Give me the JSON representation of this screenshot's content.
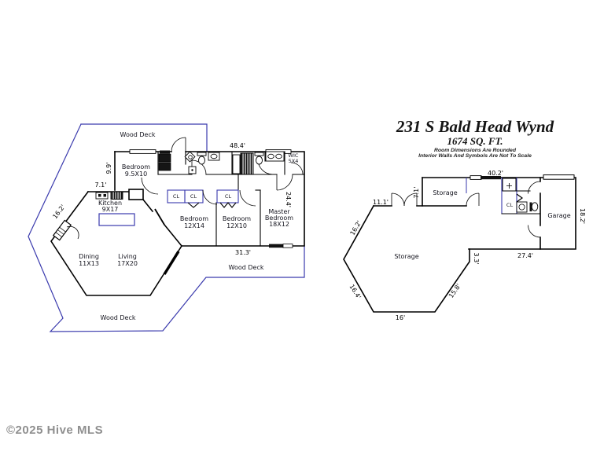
{
  "colors": {
    "walls": "#000000",
    "deck_line": "#3a3aad",
    "label_text": "#14141e",
    "watermark": "#8f8f8f"
  },
  "copyright": "©2025 Hive MLS",
  "title_block": {
    "address": "231 S Bald Head Wynd",
    "sqft": "1674 SQ. FT.",
    "note1": "Room Dimensions Are Rounded",
    "note2": "Interior Walls And Symbols Are Not To Scale"
  },
  "main_floor": {
    "deck_top": "Wood Deck",
    "deck_right": "Wood Deck",
    "deck_bottom": "Wood Deck",
    "bedroom1_name": "Bedroom",
    "bedroom1_size": "9.5X10",
    "kitchen_name": "Kitchen",
    "kitchen_size": "9X17",
    "dining_name": "Dining",
    "dining_size": "11X13",
    "living_name": "Living",
    "living_size": "17X20",
    "bedroom2_name": "Bedroom",
    "bedroom2_size": "12X14",
    "bedroom3_name": "Bedroom",
    "bedroom3_size": "12X10",
    "master_line1": "Master",
    "master_line2": "Bedroom",
    "master_size": "18X12",
    "wic_line1": "WIC",
    "wic_line2": "5X4",
    "cl1": "CL",
    "cl2": "CL",
    "cl3": "CL",
    "dim_top": "48.4'",
    "dim_right": "24.4'",
    "dim_bottom": "31.3'",
    "dim_left": "9.9'",
    "dim_kitchen": "7.1'",
    "dim_diag": "16.2'"
  },
  "lower_floor": {
    "storage_top": "Storage",
    "storage_main": "Storage",
    "garage": "Garage",
    "cl": "CL",
    "dim_top": "40.2'",
    "dim_right": "18.2'",
    "dim_garage_bottom": "27.4'",
    "dim_step": "3.3'",
    "dim_wall": "11.1'",
    "dim_storage_left": "7.1'",
    "dim_diag_upper": "16.2'",
    "dim_diag_lower": "16.4'",
    "dim_diag_right": "15.8'",
    "dim_bottom": "16'"
  }
}
